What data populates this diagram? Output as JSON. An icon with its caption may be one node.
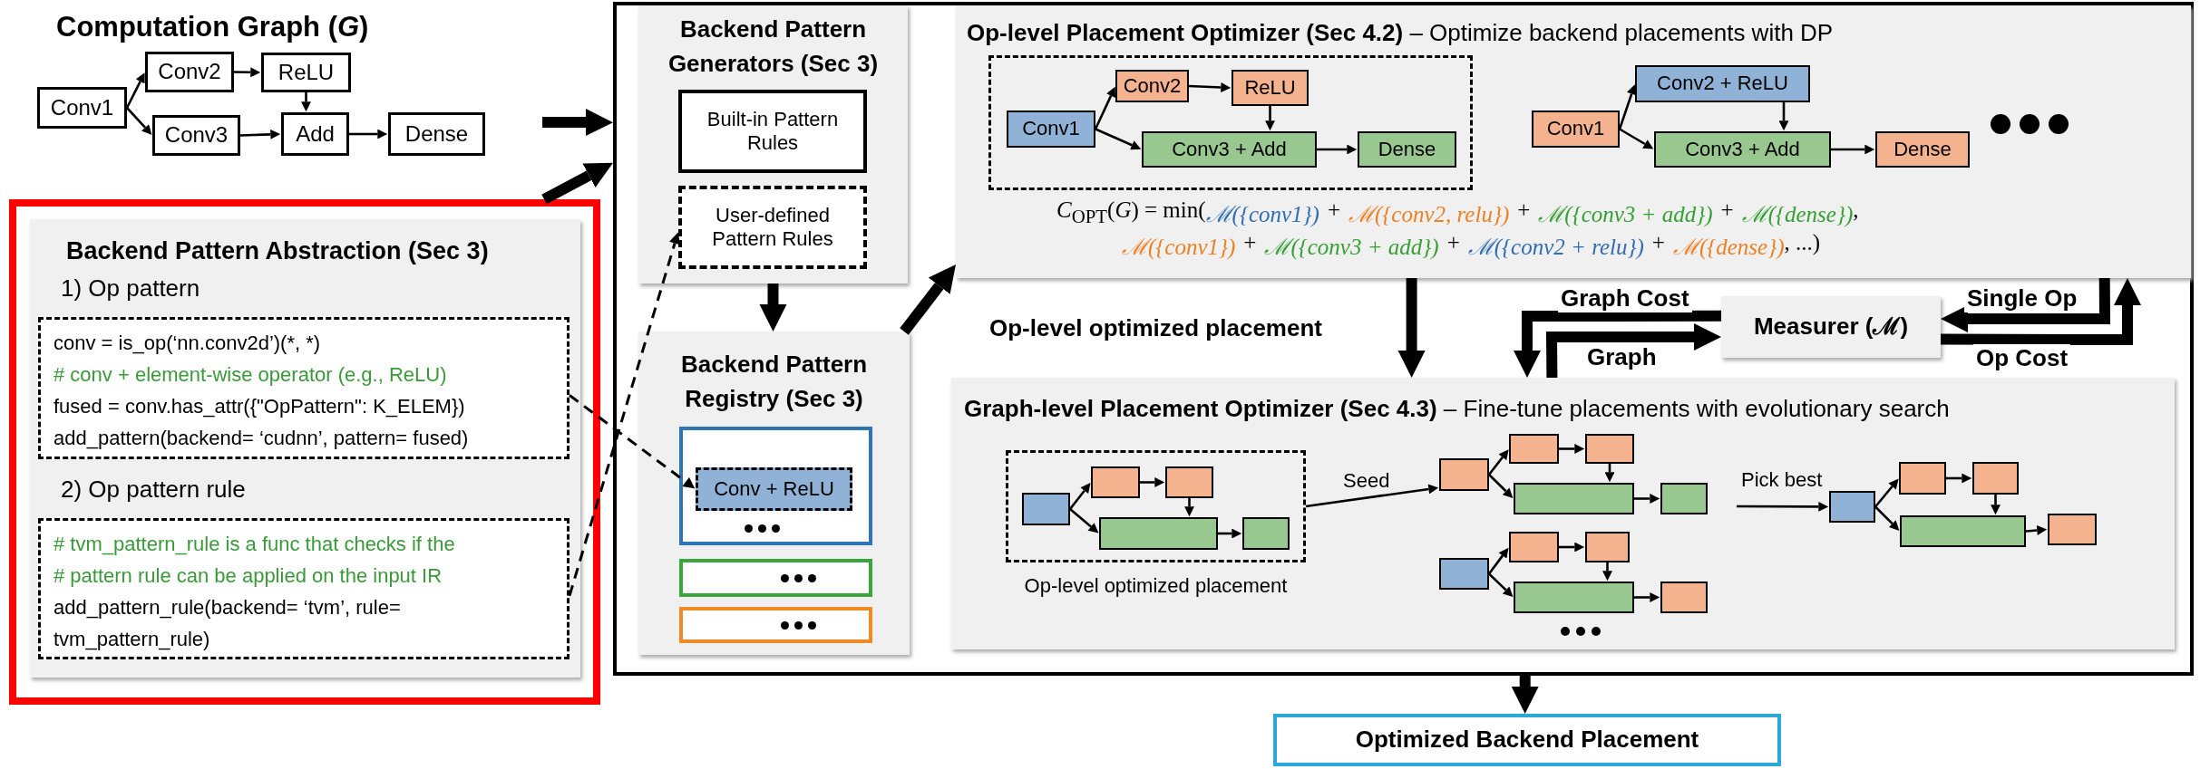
{
  "diagram": {
    "nodes": [
      {
        "text": [
          "Conv1"
        ]
      },
      {
        "text": [
          "Conv2"
        ]
      },
      {
        "text": [
          "ReLU"
        ]
      },
      {
        "text": [
          "Conv3"
        ]
      },
      {
        "text": [
          "Add"
        ]
      },
      {
        "text": [
          "Dense"
        ]
      },
      {
        "text": [],
        "shape": "box"
      },
      {
        "text": [
          "Backend Pattern Abstraction (Sec 3)"
        ],
        "in": 6
      },
      {
        "text": [
          "1) Op pattern",
          "conv = is_op(‘nn.conv2d’)(*, *)",
          "# conv + element-wise operator (e.g., ReLU)",
          "fused = conv.has_attr({\"OpPattern\": K_ELEM})",
          "add_pattern(backend= ‘cudnn’, pattern= fused)"
        ],
        "in": 7
      },
      {
        "text": [
          "2) Op pattern rule",
          "# tvm_pattern_rule is a func that checks if the",
          "# pattern rule can be applied on the input IR",
          "add_pattern_rule(backend= ‘tvm’, rule= tvm_pattern_rule)"
        ],
        "in": 7
      },
      {
        "text": [],
        "shape": "box"
      },
      {
        "text": [
          "Backend Pattern Generators (Sec 3)"
        ],
        "in": 10
      },
      {
        "text": [
          "Built-in Pattern Rules"
        ],
        "in": 11
      },
      {
        "text": [
          "User-defined Pattern Rules"
        ],
        "in": 11
      },
      {
        "text": [
          "Backend Pattern Registry (Sec 3)"
        ],
        "in": 10
      },
      {
        "text": [],
        "shape": "box",
        "in": 14
      },
      {
        "text": [
          "Conv + ReLU"
        ],
        "in": 15
      },
      {
        "text": [],
        "shape": "box",
        "in": 14
      },
      {
        "text": [],
        "shape": "box",
        "in": 14
      },
      {
        "text": [
          "**Op-level Placement Optimizer (Sec 4.2)** – Optimize backend placements with DP"
        ],
        "in": 10
      },
      {
        "text": [],
        "shape": "box",
        "in": 19
      },
      {
        "text": [
          "Conv1"
        ],
        "in": 20
      },
      {
        "text": [
          "Conv2"
        ],
        "in": 20
      },
      {
        "text": [
          "ReLU"
        ],
        "in": 20
      },
      {
        "text": [
          "Conv3 + Add"
        ],
        "in": 20
      },
      {
        "text": [
          "Dense"
        ],
        "in": 20
      },
      {
        "text": [
          "Conv1"
        ],
        "in": 19
      },
      {
        "text": [
          "Conv2 + ReLU"
        ],
        "in": 19
      },
      {
        "text": [
          "Conv3 + Add"
        ],
        "in": 19
      },
      {
        "text": [
          "Dense"
        ],
        "in": 19
      },
      {
        "text": [
          "Measurer (ℳ)"
        ],
        "in": 10
      },
      {
        "text": [
          "**Graph-level Placement Optimizer (Sec 4.3)** – Fine-tune placements with evolutionary search"
        ],
        "in": 10
      },
      {
        "text": [
          "Op-level optimized placement"
        ],
        "in": 31
      },
      {
        "text": [],
        "shape": "box",
        "in": 32
      },
      {
        "text": [],
        "shape": "box",
        "in": 32
      },
      {
        "text": [],
        "shape": "box",
        "in": 32
      },
      {
        "text": [],
        "shape": "box",
        "in": 32
      },
      {
        "text": [],
        "shape": "box",
        "in": 32
      },
      {
        "text": [],
        "shape": "box",
        "in": 31
      },
      {
        "text": [],
        "shape": "box",
        "in": 31
      },
      {
        "text": [],
        "shape": "box",
        "in": 31
      },
      {
        "text": [],
        "shape": "box",
        "in": 31
      },
      {
        "text": [],
        "shape": "box",
        "in": 31
      },
      {
        "text": [],
        "shape": "box",
        "in": 31
      },
      {
        "text": [],
        "shape": "box",
        "in": 31
      },
      {
        "text": [],
        "shape": "box",
        "in": 31
      },
      {
        "text": [],
        "shape": "box",
        "in": 31
      },
      {
        "text": [],
        "shape": "box",
        "in": 31
      },
      {
        "text": [],
        "shape": "box",
        "in": 31
      },
      {
        "text": [],
        "shape": "box",
        "in": 31
      },
      {
        "text": [],
        "shape": "box",
        "in": 31
      },
      {
        "text": [],
        "shape": "box",
        "in": 31
      },
      {
        "text": [],
        "shape": "box",
        "in": 31
      },
      {
        "text": [
          "Optimized Backend Placement"
        ]
      }
    ],
    "edges": [
      {
        "from": 0,
        "to": 1,
        "arrow": "to"
      },
      {
        "from": 0,
        "to": 3,
        "arrow": "to"
      },
      {
        "from": 1,
        "to": 2,
        "arrow": "to"
      },
      {
        "from": 2,
        "to": 4,
        "arrow": "to"
      },
      {
        "from": 3,
        "to": 4,
        "arrow": "to"
      },
      {
        "from": 4,
        "to": 5,
        "arrow": "to"
      },
      {
        "from": null,
        "to": 10,
        "arrow": "to",
        "style": "thick"
      },
      {
        "from": 6,
        "to": 10,
        "arrow": "to",
        "style": "thick"
      },
      {
        "from": 8,
        "to": 16,
        "arrow": "to",
        "style": "dashed"
      },
      {
        "from": 9,
        "to": 13,
        "arrow": "to",
        "style": "dashed"
      },
      {
        "from": 11,
        "to": 14,
        "arrow": "to",
        "style": "thick"
      },
      {
        "from": 14,
        "to": 19,
        "arrow": "to",
        "style": "thick"
      },
      {
        "from": 19,
        "to": 31,
        "arrow": "to",
        "style": "thick",
        "label": "Op-level optimized placement"
      },
      {
        "from": 19,
        "to": 30,
        "arrow": "to",
        "style": "thick",
        "label": "Single Op"
      },
      {
        "from": 30,
        "to": 19,
        "arrow": "to",
        "style": "thick",
        "label": "Op Cost"
      },
      {
        "from": 30,
        "to": 31,
        "arrow": "to",
        "style": "thick",
        "label": "Graph Cost"
      },
      {
        "from": 31,
        "to": 30,
        "arrow": "to",
        "style": "thick",
        "label": "Graph"
      },
      {
        "from": 21,
        "to": 22,
        "arrow": "to"
      },
      {
        "from": 21,
        "to": 24,
        "arrow": "to"
      },
      {
        "from": 22,
        "to": 23,
        "arrow": "to"
      },
      {
        "from": 23,
        "to": 24,
        "arrow": "to"
      },
      {
        "from": 24,
        "to": 25,
        "arrow": "to"
      },
      {
        "from": 26,
        "to": 27,
        "arrow": "to"
      },
      {
        "from": 26,
        "to": 28,
        "arrow": "to"
      },
      {
        "from": 27,
        "to": 28,
        "arrow": "to"
      },
      {
        "from": 28,
        "to": 29,
        "arrow": "to"
      },
      {
        "from": 33,
        "to": 34,
        "arrow": "to"
      },
      {
        "from": 33,
        "to": 36,
        "arrow": "to"
      },
      {
        "from": 34,
        "to": 35,
        "arrow": "to"
      },
      {
        "from": 35,
        "to": 36,
        "arrow": "to"
      },
      {
        "from": 36,
        "to": 37,
        "arrow": "to"
      },
      {
        "from": 32,
        "to": 38,
        "arrow": "to",
        "label": "Seed"
      },
      {
        "from": 38,
        "to": 39,
        "arrow": "to"
      },
      {
        "from": 38,
        "to": 41,
        "arrow": "to"
      },
      {
        "from": 39,
        "to": 40,
        "arrow": "to"
      },
      {
        "from": 40,
        "to": 41,
        "arrow": "to"
      },
      {
        "from": 41,
        "to": 42,
        "arrow": "to"
      },
      {
        "from": 43,
        "to": 44,
        "arrow": "to"
      },
      {
        "from": 43,
        "to": 46,
        "arrow": "to"
      },
      {
        "from": 44,
        "to": 45,
        "arrow": "to"
      },
      {
        "from": 45,
        "to": 46,
        "arrow": "to"
      },
      {
        "from": 46,
        "to": 47,
        "arrow": "to"
      },
      {
        "from": null,
        "to": 48,
        "arrow": "to",
        "label": "Pick best"
      },
      {
        "from": 48,
        "to": 49,
        "arrow": "to"
      },
      {
        "from": 48,
        "to": 51,
        "arrow": "to"
      },
      {
        "from": 49,
        "to": 50,
        "arrow": "to"
      },
      {
        "from": 50,
        "to": 51,
        "arrow": "to"
      },
      {
        "from": 51,
        "to": 52,
        "arrow": "to"
      },
      {
        "from": 10,
        "to": 53,
        "arrow": "to",
        "style": "thick"
      }
    ],
    "labels": [
      "Computation Graph (*G*)",
      "*C*$_{OPT}$(*G*) = min(",
      "ℳ({conv1})",
      "+",
      "ℳ({conv2, relu})",
      "+",
      "ℳ({conv3 + add})",
      "+",
      "ℳ({dense})",
      ",",
      "ℳ({conv1})",
      "+",
      "ℳ({conv3 + add})",
      "+",
      "ℳ({conv2 + relu})",
      "+",
      "ℳ({dense})",
      ", ...)"
    ]
  }
}
